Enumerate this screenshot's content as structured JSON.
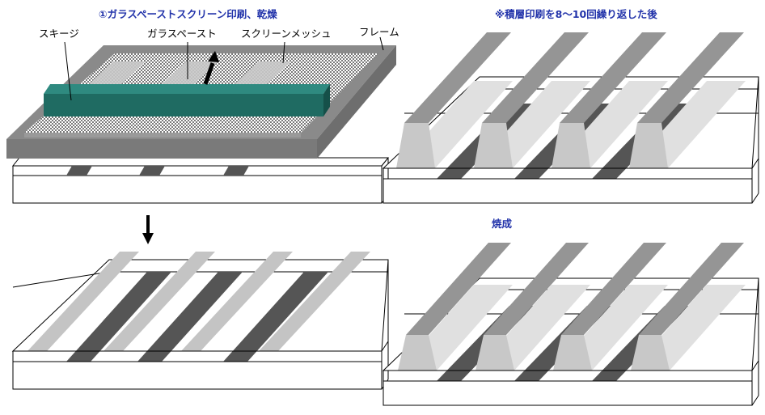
{
  "captions": {
    "step1": "①ガラスペーストスクリーン印刷、乾燥",
    "repeat": "※積層印刷を8～10回繰り返した後",
    "firing": "焼成"
  },
  "labels": {
    "squeegee": "スキージ",
    "glass_paste": "ガラスペースト",
    "screen_mesh": "スクリーンメッシュ",
    "frame": "フレーム"
  },
  "colors": {
    "caption": "#2233aa",
    "frame": "#8a8a8a",
    "squeegee": "#1f6b62",
    "electrode": "#555555",
    "rib_light": "#dcdcdc",
    "rib_top": "#909090",
    "paste_stripe": "#c8c8c8"
  },
  "icons": [
    "arrow-down-icon",
    "arrow-up-icon"
  ]
}
